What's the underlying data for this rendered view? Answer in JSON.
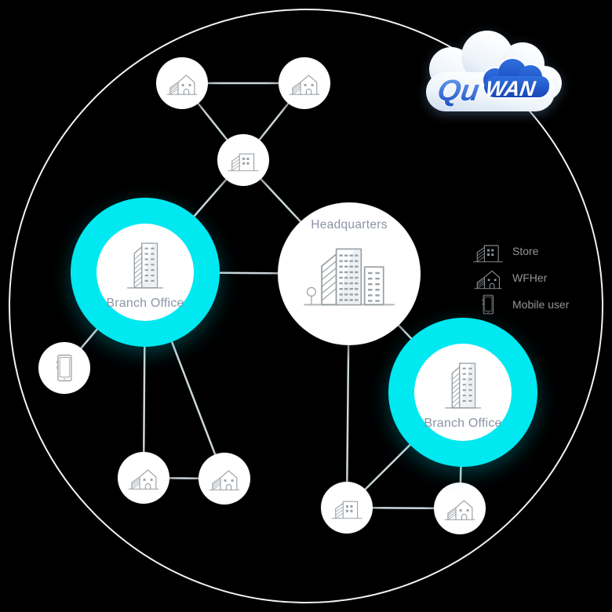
{
  "logo": {
    "qu": "Qu",
    "wan": "WAN"
  },
  "nodes": {
    "headquarters": {
      "label": "Headquarters"
    },
    "branch_office_left": {
      "label": "Branch Office"
    },
    "branch_office_right": {
      "label": "Branch Office"
    }
  },
  "legend": {
    "items": [
      {
        "icon": "store-icon",
        "label": "Store"
      },
      {
        "icon": "wfher-icon",
        "label": "WFHer"
      },
      {
        "icon": "mobile-user-icon",
        "label": "Mobile user"
      }
    ]
  },
  "colors": {
    "background": "#000000",
    "outer_circle": "#f2f2f2",
    "connection_line": "#ccd7db",
    "highlight_ring": "#00e8f0",
    "node_fill": "#ffffff",
    "node_label": "#8c94a6",
    "legend_text": "#919598",
    "icon_stroke": "#9aa1a6",
    "brand_blue": "#1c51c4"
  }
}
